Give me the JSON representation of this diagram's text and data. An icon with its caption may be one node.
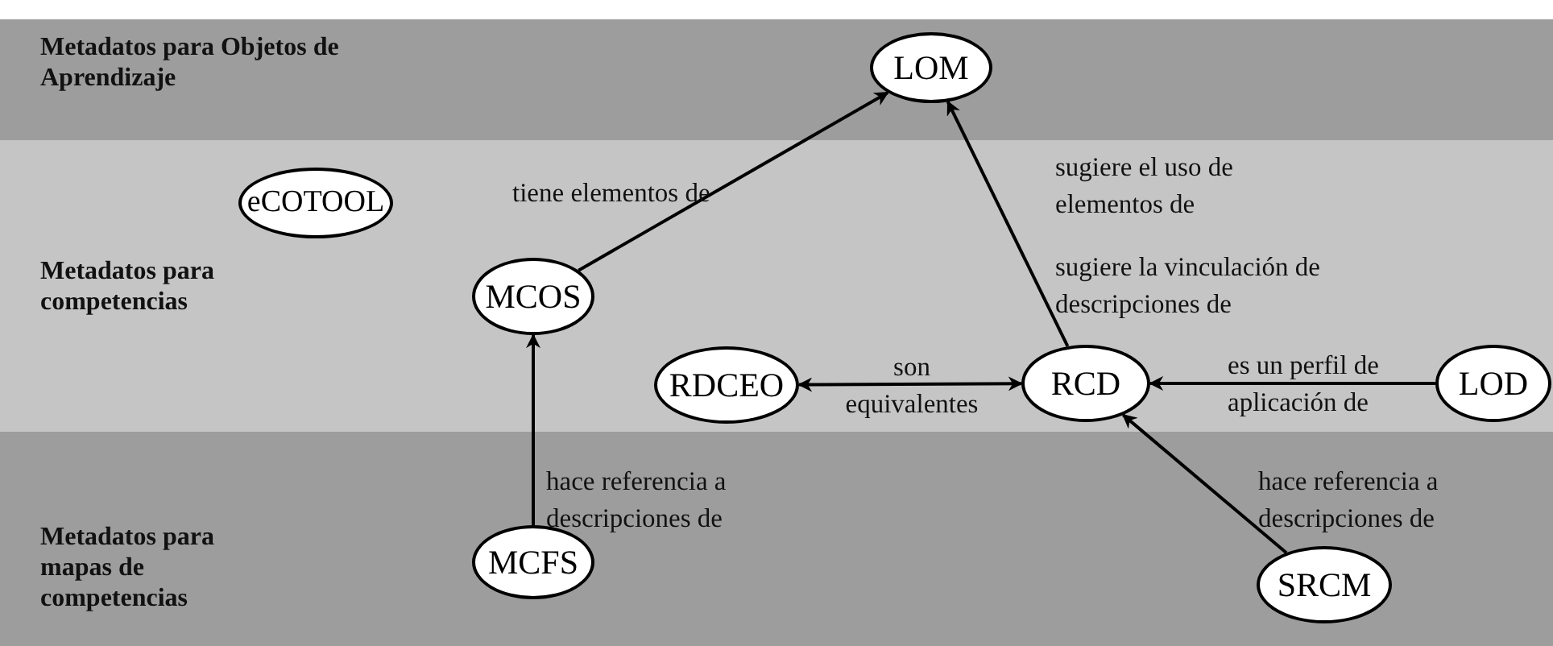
{
  "diagram": {
    "nodes": [
      {
        "text": [
          "Metadatos para Objetos de Aprendizaje"
        ]
      },
      {
        "text": [
          "LOM"
        ],
        "in": 0
      },
      {
        "text": [
          "Metadatos para competencias"
        ]
      },
      {
        "text": [
          "eCOTOOL"
        ],
        "in": 2
      },
      {
        "text": [
          "MCOS"
        ],
        "in": 2
      },
      {
        "text": [
          "RDCEO"
        ],
        "in": 2
      },
      {
        "text": [
          "RCD"
        ],
        "in": 2
      },
      {
        "text": [
          "LOD"
        ],
        "in": 2
      },
      {
        "text": [
          "Metadatos para mapas de competencias"
        ]
      },
      {
        "text": [
          "MCFS"
        ],
        "in": 8
      },
      {
        "text": [
          "SRCM"
        ],
        "in": 8
      }
    ],
    "edges": [
      {
        "from": 4,
        "to": 1,
        "arrow": "to",
        "label": "tiene elementos de"
      },
      {
        "from": 6,
        "to": 1,
        "arrow": "to",
        "label": "sugiere el uso de elementos de"
      },
      {
        "from": 5,
        "to": 6,
        "arrow": "both",
        "label": "son equivalentes"
      },
      {
        "from": 7,
        "to": 6,
        "arrow": "to",
        "label": "es un perfil de aplicación de"
      },
      {
        "from": 9,
        "to": 4,
        "arrow": "to",
        "label": "hace referencia a descripciones de"
      },
      {
        "from": 10,
        "to": 6,
        "arrow": "to",
        "label": "hace referencia a descripciones de"
      }
    ],
    "labels": [
      "sugiere la vinculación de descripciones de"
    ]
  }
}
